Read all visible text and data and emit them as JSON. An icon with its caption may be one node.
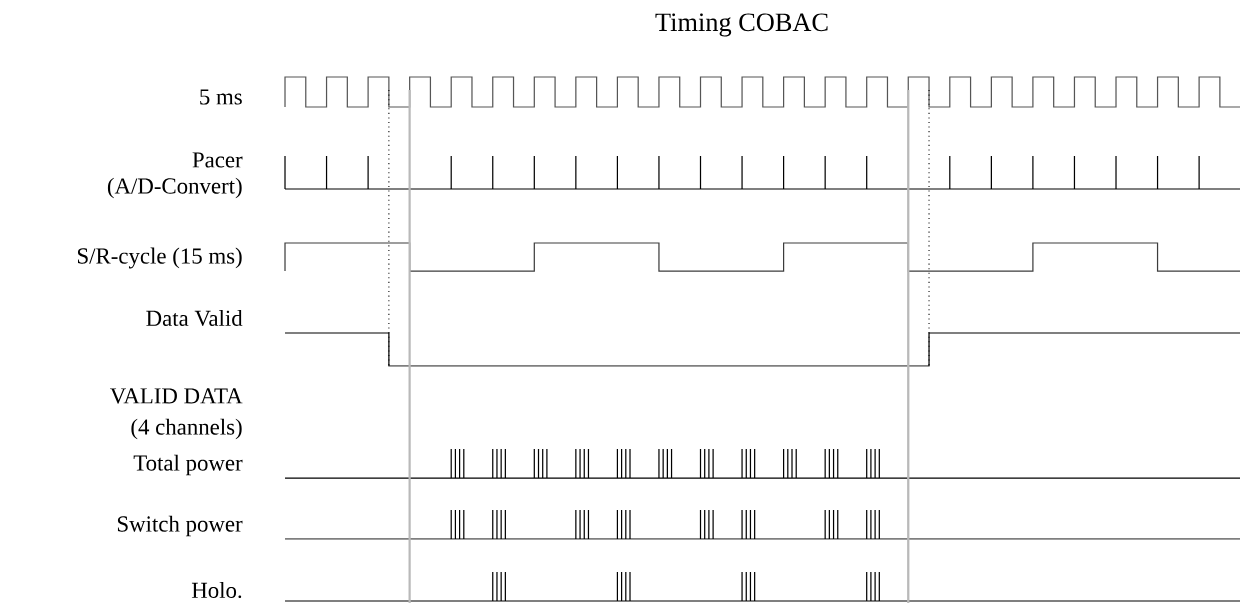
{
  "diagram": {
    "title": "Timing COBAC",
    "labels": [
      "5 ms",
      "Pacer",
      "(A/D-Convert)",
      "S/R-cycle (15 ms)",
      "Data Valid",
      "VALID DATA",
      "(4 channels)",
      "Total power",
      "Switch power",
      "Holo."
    ]
  }
}
